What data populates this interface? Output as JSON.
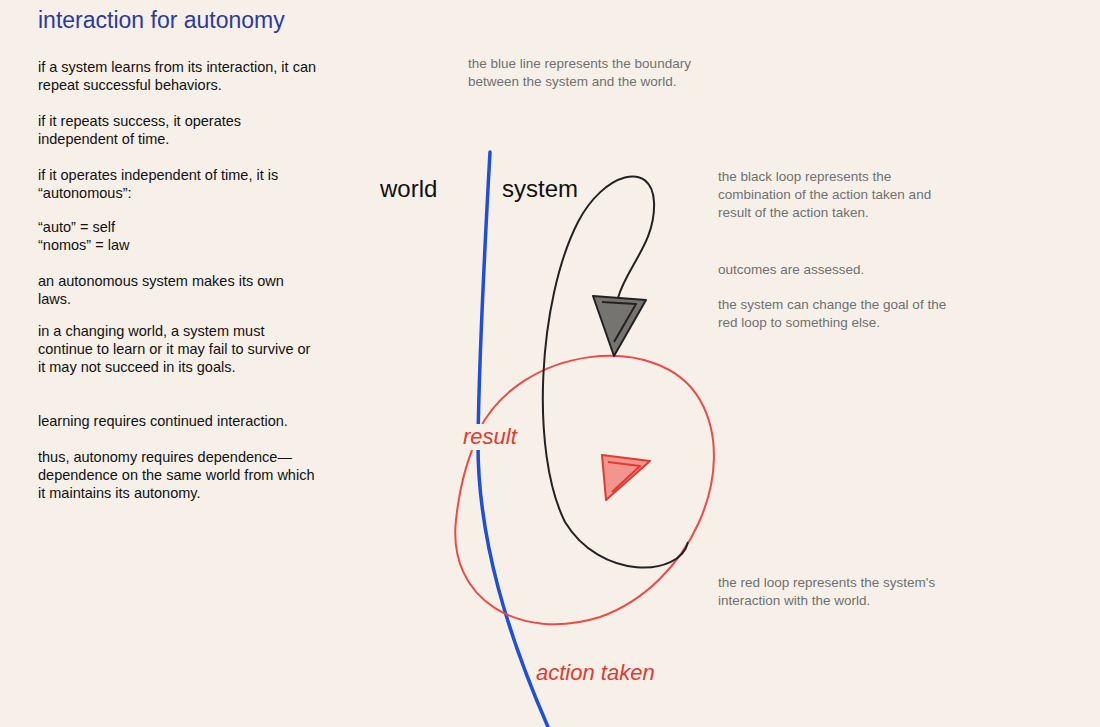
{
  "diagram": {
    "title": "interaction for autonomy",
    "labels": [
      "if a system learns from its interaction, it can repeat successful behaviors.",
      "if it repeats success, it operates independent of time.",
      "if it operates independent of time, it is “autonomous”:",
      "“auto” = self",
      "“nomos” = law",
      "an autonomous system makes its own laws.",
      "in a changing world, a system must continue to learn or it may fail to survive or it may not succeed in its goals.",
      "learning requires continued interaction.",
      "thus, autonomy requires dependence— dependence on the same world from which it maintains its autonomy.",
      "the blue line represents the boundary between the system and the world.",
      "world",
      "system",
      "the black loop represents the combination of the action taken and result of the action taken.",
      "outcomes are assessed.",
      "the system can change the goal of the red loop to something else.",
      "result",
      "the red loop represents the system's interaction with the world.",
      "action taken"
    ]
  }
}
